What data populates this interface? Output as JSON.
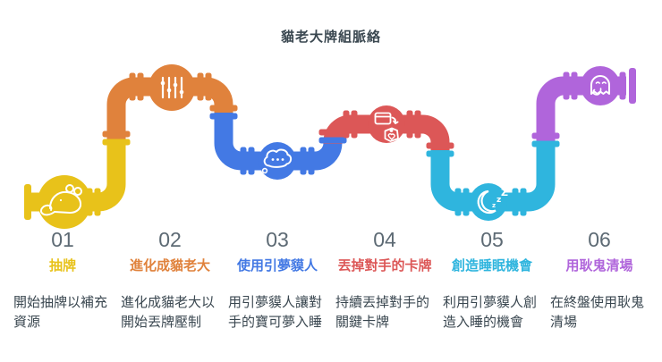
{
  "title": "貓老大牌組脈絡",
  "colors": {
    "title": "#3A4750",
    "number": "#5D6A74",
    "text": "#3A4750",
    "background": "#FFFFFF"
  },
  "stages": [
    {
      "number": "01",
      "label": "抽牌",
      "description": "開始抽牌以補充資源",
      "color": "#E8C21A",
      "icon": "mouse-icon"
    },
    {
      "number": "02",
      "label": "進化成貓老大",
      "description": "進化成貓老大以開始丟牌壓制",
      "color": "#E0823C",
      "icon": "sliders-icon"
    },
    {
      "number": "03",
      "label": "使用引夢貘人",
      "description": "用引夢貘人讓對手的寶可夢入睡",
      "color": "#4379E4",
      "icon": "thought-bubble-icon"
    },
    {
      "number": "04",
      "label": "丟掉對手的卡牌",
      "description": "持續丟掉對手的關鍵卡牌",
      "color": "#DC5757",
      "icon": "discard-card-icon"
    },
    {
      "number": "05",
      "label": "創造睡眠機會",
      "description": "利用引夢貘人創造入睡的機會",
      "color": "#2FB5DE",
      "icon": "sleep-moon-icon"
    },
    {
      "number": "06",
      "label": "用耿鬼清場",
      "description": "在終盤使用耿鬼清場",
      "color": "#B065DB",
      "icon": "ghost-icon"
    }
  ]
}
